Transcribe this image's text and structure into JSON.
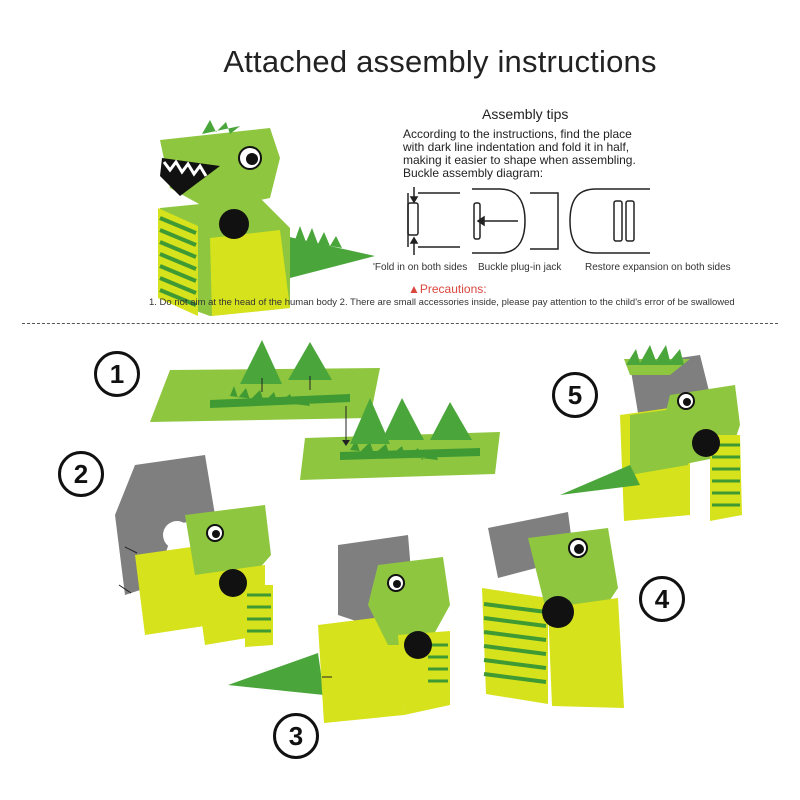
{
  "title": "Attached assembly instructions",
  "tips": {
    "heading": "Assembly tips",
    "lines": [
      "According to the instructions, find the place",
      "with dark line indentation and fold it in half,",
      "making it easier to shape when assembling.",
      "Buckle assembly diagram:"
    ],
    "captions": [
      "'Fold in on both sides",
      "Buckle plug-in jack",
      "Restore expansion on both sides"
    ]
  },
  "precautions": {
    "heading": "▲Precautions:",
    "text": "1. Do not aim at the head of the human body 2. There are small accessories inside, please pay attention to the child's error of be swallowed"
  },
  "steps": [
    "1",
    "2",
    "3",
    "4",
    "5"
  ],
  "colors": {
    "green": "#8ec63f",
    "dark_green": "#3f9a34",
    "yellow": "#d6e21b",
    "gray": "#7f7f7f",
    "red_text": "#d9463d"
  }
}
